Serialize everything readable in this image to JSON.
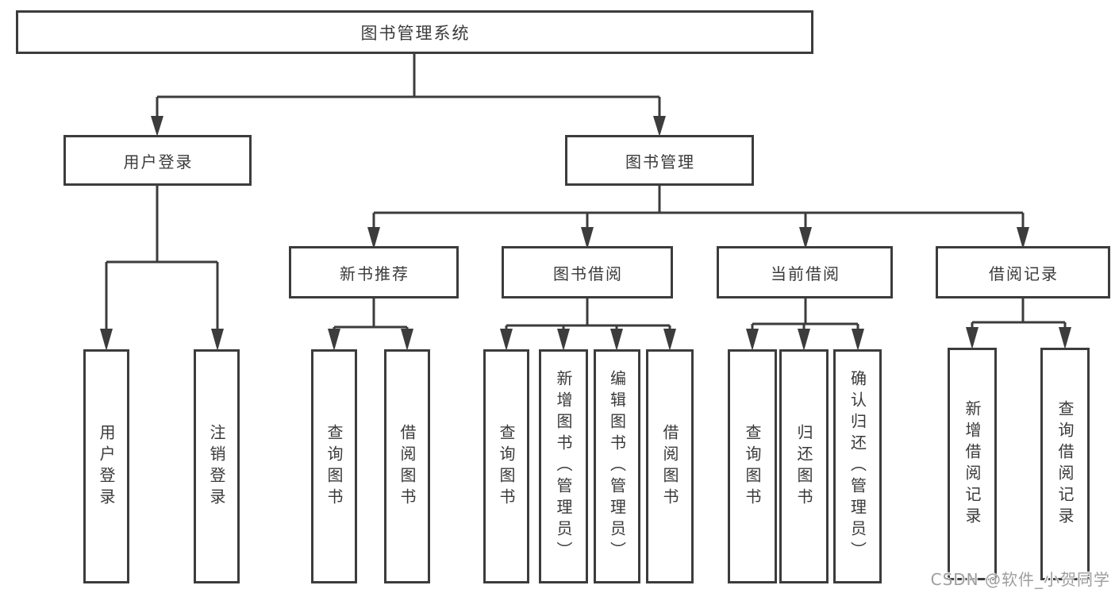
{
  "style": {
    "line_color": "#3c3c3c",
    "text_color": "#3a3a3a",
    "box_fill": "#ffffff",
    "background": "#ffffff",
    "watermark_color": "#9e9e9e"
  },
  "watermark": {
    "text": "CSDN @软件_小贺同学"
  },
  "diagram": {
    "type": "hierarchy-tree",
    "root": {
      "label": "图书管理系统"
    },
    "branches": [
      {
        "label": "用户登录",
        "children": [
          {
            "label": "用户登录"
          },
          {
            "label": "注销登录"
          }
        ]
      },
      {
        "label": "图书管理",
        "children": [
          {
            "label": "新书推荐",
            "children": [
              {
                "label": "查询图书"
              },
              {
                "label": "借阅图书"
              }
            ]
          },
          {
            "label": "图书借阅",
            "children": [
              {
                "label": "查询图书"
              },
              {
                "label": "新增图书（管理员）"
              },
              {
                "label": "编辑图书（管理员）"
              },
              {
                "label": "借阅图书"
              }
            ]
          },
          {
            "label": "当前借阅",
            "children": [
              {
                "label": "查询图书"
              },
              {
                "label": "归还图书"
              },
              {
                "label": "确认归还（管理员）"
              }
            ]
          },
          {
            "label": "借阅记录",
            "children": [
              {
                "label": "新增借阅记录"
              },
              {
                "label": "查询借阅记录"
              }
            ]
          }
        ]
      }
    ]
  }
}
